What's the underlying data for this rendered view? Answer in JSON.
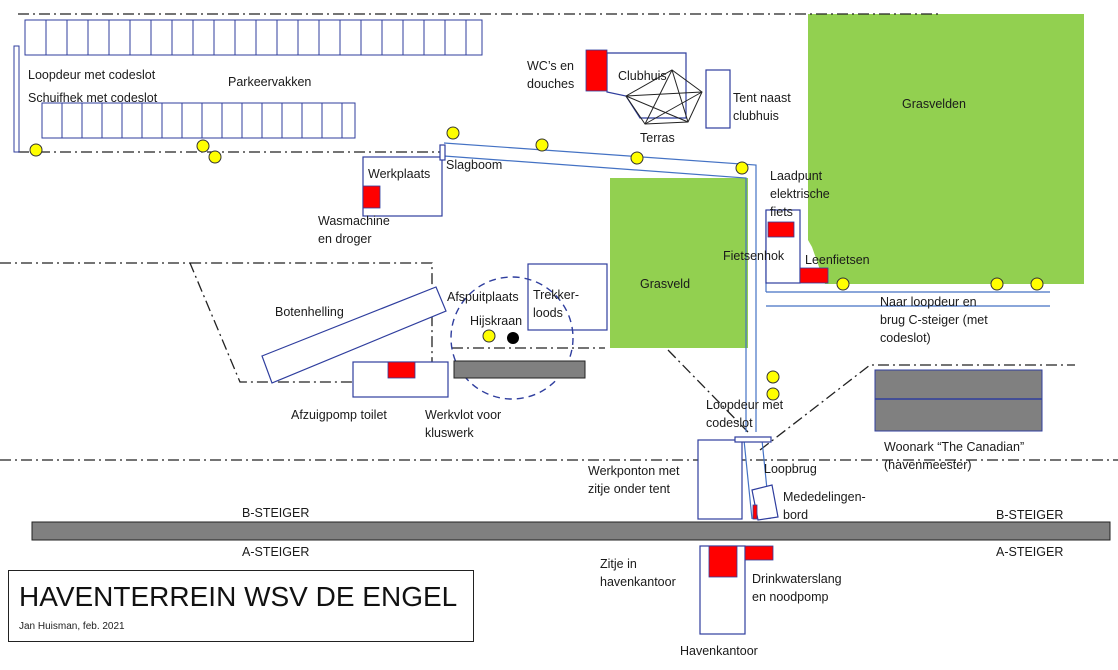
{
  "title": "HAVENTERREIN WSV DE ENGEL",
  "author_line": "Jan Huisman, feb. 2021",
  "colors": {
    "grass": "#92d050",
    "outline": "#2f3e9e",
    "facility_red": "#ff0000",
    "jetty_grey": "#808080",
    "lamp_yellow": "#ffff00",
    "path_blue": "#4472c4"
  },
  "labels": {
    "loopdeur_codeslot": "Loopdeur met codeslot",
    "parkeervakken": "Parkeervakken",
    "schuifhek": "Schuifhek met codeslot",
    "wc_douches": "WC’s en\ndouches",
    "clubhuis": "Clubhuis",
    "terras": "Terras",
    "tent_clubhuis": "Tent naast\nclubhuis",
    "grasvelden": "Grasvelden",
    "slagboom": "Slagboom",
    "werkplaats": "Werkplaats",
    "wasmachine": "Wasmachine\nen droger",
    "laadpunt": "Laadpunt\nelektrische\nfiets",
    "fietsenhok": "Fietsenhok",
    "leenfietsen": "Leenfietsen",
    "botenhelling": "Botenhelling",
    "afspuitplaats": "Afspuitplaats",
    "trekkerloods": "Trekker-\nloods",
    "hijskraan": "Hijskraan",
    "grasveld": "Grasveld",
    "naar_loopdeur": "Naar loopdeur en\nbrug C-steiger (met\ncodeslot)",
    "afzuigpomp": "Afzuigpomp toilet",
    "werkvlot": "Werkvlot voor\nkluswerk",
    "loopdeur_codeslot_2": "Loopdeur met\ncodeslot",
    "woonark": "Woonark “The Canadian”\n(havenmeester)",
    "werkponton": "Werkponton met\nzitje onder tent",
    "loopbrug": "Loopbrug",
    "mededelingenbord": "Mededelingen-\nbord",
    "b_steiger_left": "B-STEIGER",
    "b_steiger_right": "B-STEIGER",
    "a_steiger_left": "A-STEIGER",
    "a_steiger_right": "A-STEIGER",
    "zitje": "Zitje in\nhavenkantoor",
    "drinkwater": "Drinkwaterslang\nen noodpomp",
    "havenkantoor": "Havenkantoor"
  }
}
